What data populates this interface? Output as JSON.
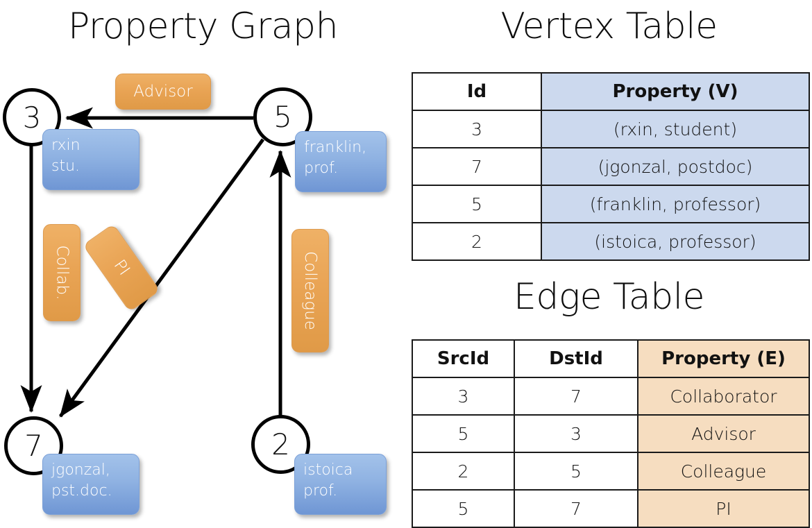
{
  "titles": {
    "graph": "Property Graph",
    "vertex": "Vertex Table",
    "edge": "Edge Table"
  },
  "graph": {
    "nodes": [
      {
        "id": "3",
        "label_line1": "rxin",
        "label_line2": "stu."
      },
      {
        "id": "5",
        "label_line1": "franklin,",
        "label_line2": "prof."
      },
      {
        "id": "7",
        "label_line1": "jgonzal,",
        "label_line2": "pst.doc."
      },
      {
        "id": "2",
        "label_line1": "istoica",
        "label_line2": "prof."
      }
    ],
    "edge_labels": [
      {
        "text": "Advisor",
        "orientation": "horizontal"
      },
      {
        "text": "Collab.",
        "orientation": "vertical"
      },
      {
        "text": "PI",
        "orientation": "diagonal"
      },
      {
        "text": "Colleague",
        "orientation": "vertical"
      }
    ]
  },
  "vertex_table": {
    "headers": [
      "Id",
      "Property (V)"
    ],
    "rows": [
      {
        "id": "3",
        "property": "(rxin, student)"
      },
      {
        "id": "7",
        "property": "(jgonzal, postdoc)"
      },
      {
        "id": "5",
        "property": "(franklin, professor)"
      },
      {
        "id": "2",
        "property": "(istoica, professor)"
      }
    ]
  },
  "edge_table": {
    "headers": [
      "SrcId",
      "DstId",
      "Property (E)"
    ],
    "rows": [
      {
        "src": "3",
        "dst": "7",
        "property": "Collaborator"
      },
      {
        "src": "5",
        "dst": "3",
        "property": "Advisor"
      },
      {
        "src": "2",
        "dst": "5",
        "property": "Colleague"
      },
      {
        "src": "5",
        "dst": "7",
        "property": "PI"
      }
    ]
  },
  "colors": {
    "vertex_property_fill": "#ccd9ee",
    "edge_property_fill": "#f6ddc0",
    "node_box_blue": "#8fb2e2",
    "edge_label_orange": "#e9a455",
    "stroke": "#000000"
  }
}
